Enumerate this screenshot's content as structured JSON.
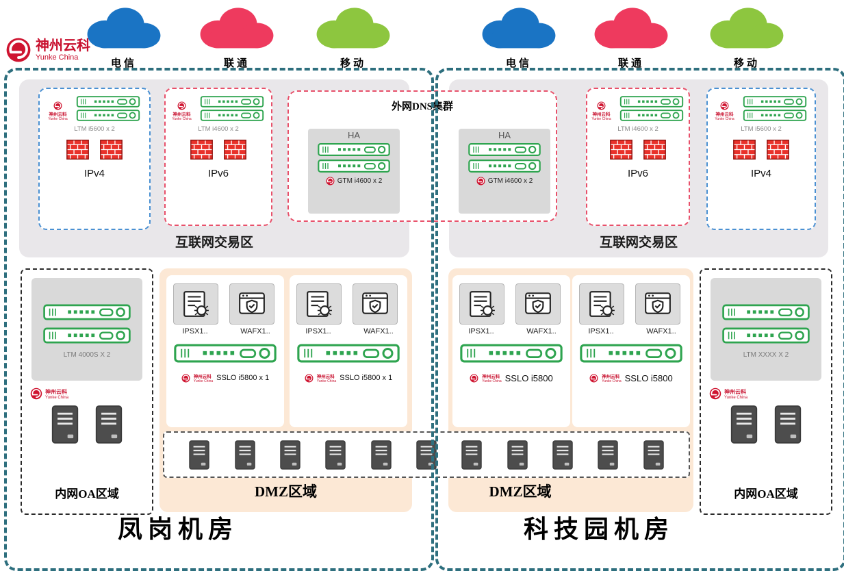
{
  "brand": {
    "name": "神州云科",
    "sub": "Yunke China"
  },
  "clouds": [
    {
      "label": "电信",
      "color": "#1a74c4"
    },
    {
      "label": "联通",
      "color": "#ee3a5e"
    },
    {
      "label": "移动",
      "color": "#8dc63f"
    },
    {
      "label": "电信",
      "color": "#1a74c4"
    },
    {
      "label": "联通",
      "color": "#ee3a5e"
    },
    {
      "label": "移动",
      "color": "#8dc63f"
    }
  ],
  "dns_cluster": {
    "title": "外网DNS集群",
    "ha_label": "HA",
    "gtm_label": "GTM i4600 x 2"
  },
  "colors": {
    "frame_teal": "#2e6f7e",
    "ipv4_border_blue": "#4a90d2",
    "ipv6_border_pink": "#e8506a",
    "dmz_bg_peach": "#fce8d5",
    "zone_bg_gray": "#e9e7ea",
    "appliance_green": "#2ea44f",
    "firewall_red": "#e8312a",
    "brand_red": "#c8102e"
  },
  "dc_left": {
    "name": "凤岗机房",
    "internet_zone_label": "互联网交易区",
    "cards": [
      {
        "device": "LTM i5600 x 2",
        "proto": "IPv4"
      },
      {
        "device": "LTM i4600 x 2",
        "proto": "IPv6"
      }
    ],
    "oa_zone": {
      "device": "LTM 4000S X 2",
      "label": "内网OA区域"
    },
    "dmz": {
      "label": "DMZ区域",
      "groups": [
        {
          "ips": "IPSX1..",
          "waf": "WAFX1..",
          "sslo": "SSLO i5800 x 1"
        },
        {
          "ips": "IPSX1..",
          "waf": "WAFX1..",
          "sslo": "SSLO i5800 x 1"
        }
      ]
    }
  },
  "dc_right": {
    "name": "科技园机房",
    "internet_zone_label": "互联网交易区",
    "cards": [
      {
        "device": "LTM i4600 x 2",
        "proto": "IPv6"
      },
      {
        "device": "LTM i5600 x 2",
        "proto": "IPv4"
      }
    ],
    "oa_zone": {
      "device": "LTM XXXX X 2",
      "label": "内网OA区域"
    },
    "dmz": {
      "label": "DMZ区域",
      "groups": [
        {
          "ips": "IPSX1..",
          "waf": "WAFX1..",
          "sslo": "SSLO i5800"
        },
        {
          "ips": "IPSX1..",
          "waf": "WAFX1..",
          "sslo": "SSLO i5800"
        }
      ]
    }
  }
}
